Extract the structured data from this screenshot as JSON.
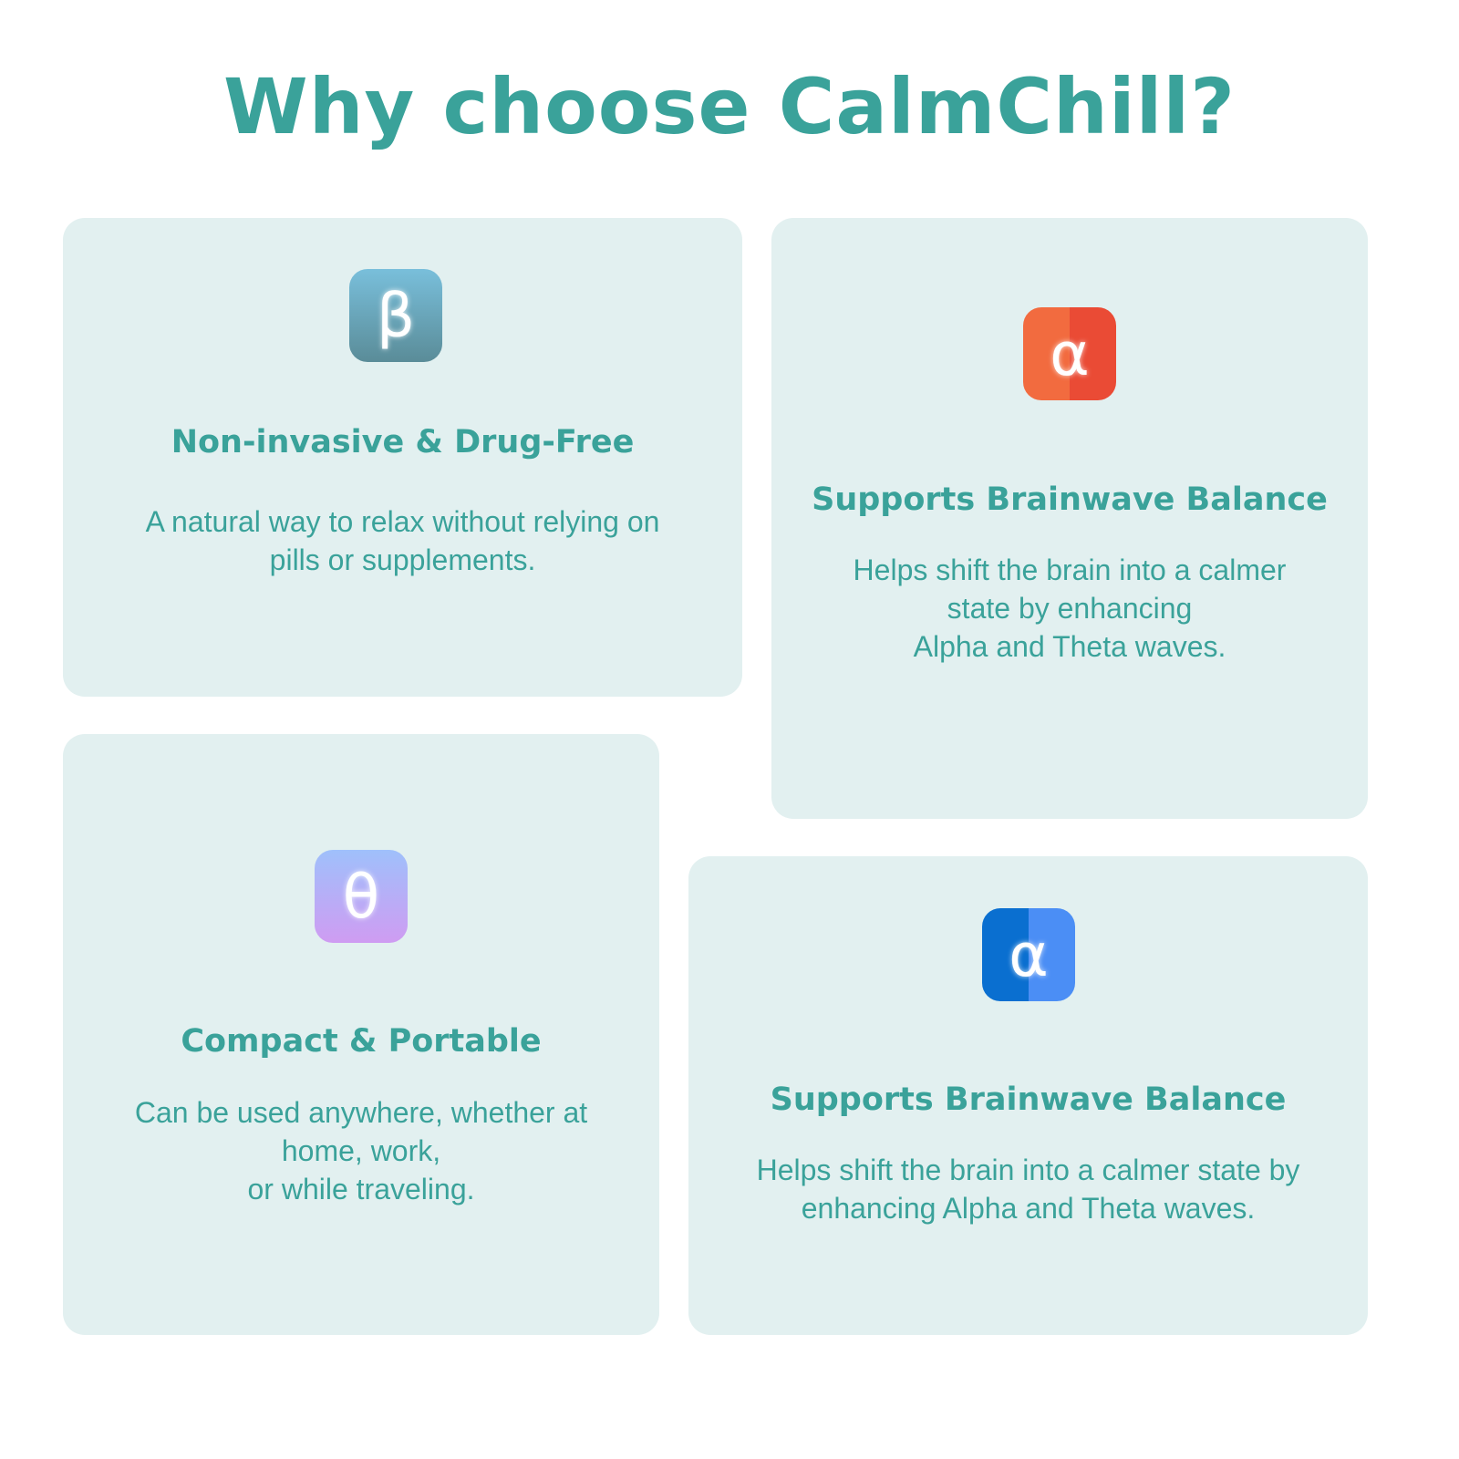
{
  "title": "Why choose CalmChill?",
  "cards": [
    {
      "icon": "β",
      "heading": "Non-invasive & Drug-Free",
      "body": [
        "A natural way to relax without relying on",
        "pills or supplements."
      ],
      "icon_colors": [
        "#79bfdb",
        "#5a8c98"
      ]
    },
    {
      "icon": "α",
      "heading": "Supports Brainwave Balance",
      "body": [
        "Helps shift the brain into a calmer",
        "state by enhancing",
        "Alpha and Theta waves."
      ],
      "icon_colors": [
        "#f26b3f",
        "#ea4b35"
      ]
    },
    {
      "icon": "θ",
      "heading": "Compact & Portable",
      "body": [
        "Can be used anywhere, whether at",
        "home, work,",
        "or while traveling."
      ],
      "icon_colors": [
        "#9fc0fb",
        "#cf9cf2"
      ]
    },
    {
      "icon": "α",
      "heading": "Supports Brainwave Balance",
      "body": [
        "Helps shift the brain into a calmer state by",
        "enhancing Alpha and Theta waves."
      ],
      "icon_colors": [
        "#0a6fd0",
        "#4b8ef5"
      ]
    }
  ]
}
